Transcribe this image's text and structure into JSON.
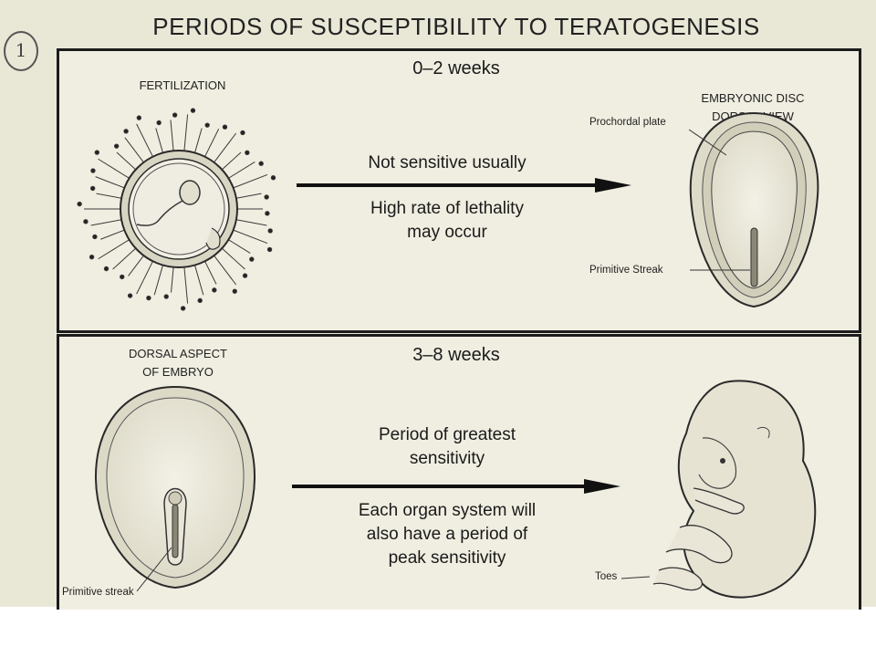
{
  "title": "PERIODS OF SUSCEPTIBILITY TO TERATOGENESIS",
  "annotation_mark": "1",
  "panel_top": {
    "left_label": "FERTILIZATION",
    "period": "0–2 weeks",
    "right_label_line1": "EMBRYONIC DISC",
    "right_label_line2": "DORSAL VIEW",
    "text_above_arrow": "Not sensitive usually",
    "text_below_arrow_line1": "High rate of lethality",
    "text_below_arrow_line2": "may occur",
    "callout_prochordal": "Prochordal plate",
    "callout_streak": "Primitive Streak"
  },
  "panel_bottom": {
    "left_label_line1": "DORSAL ASPECT",
    "left_label_line2": "OF EMBRYO",
    "period": "3–8 weeks",
    "text_above_arrow_line1": "Period of greatest",
    "text_above_arrow_line2": "sensitivity",
    "text_below_arrow_line1": "Each organ system will",
    "text_below_arrow_line2": "also have a period of",
    "text_below_arrow_line3": "peak sensitivity",
    "callout_streak": "Primitive streak",
    "callout_toes": "Toes"
  },
  "colors": {
    "background": "#e9e7d6",
    "panel": "#f0eee1",
    "ink": "#1c1c1c"
  }
}
